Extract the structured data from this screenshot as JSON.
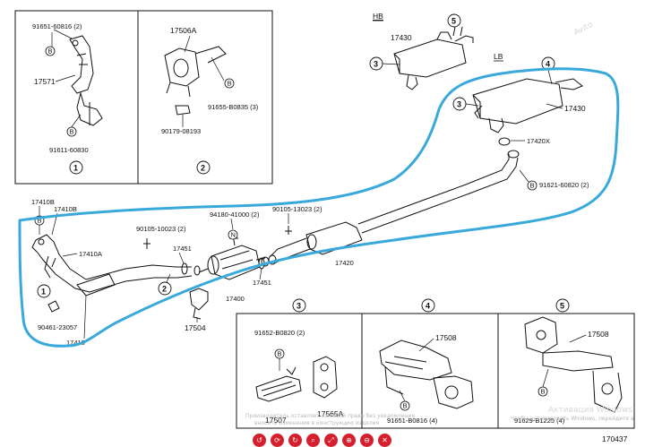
{
  "diagram": {
    "code": "170437",
    "hb_label": "HB",
    "lb_label": "LB",
    "parts": {
      "p91651_60816": "91651-60816 (2)",
      "p17571": "17571",
      "p91611_60830": "91611-60830",
      "p17506A": "17506A",
      "p91655_80835": "91655-B0835 (3)",
      "p90179_08193": "90179-08193",
      "p17430_hb": "17430",
      "p17430_lb": "17430",
      "p17420X": "17420X",
      "p91621_60820": "91621-60820 (2)",
      "p17410B_1": "17410B",
      "p17410B_2": "17410B",
      "p17410A": "17410A",
      "p90105_10023": "90105-10023 (2)",
      "p94180_41000": "94180-41000 (2)",
      "p90105_13023": "90105-13023 (2)",
      "p17451": "17451",
      "p17400": "17400",
      "p17451b": "17451",
      "p17420": "17420",
      "p17504": "17504",
      "p90461_23057": "90461-23057",
      "p17410": "17410",
      "p91652_B0820": "91652-B0820 (2)",
      "p17507": "17507",
      "p17565A": "17565A",
      "p17508_4": "17508",
      "p91651_B0816": "91651-B0816 (4)",
      "p17508_5": "17508",
      "p91629_B1225": "91629-B1225 (4)"
    },
    "callouts": [
      "1",
      "2",
      "3",
      "4",
      "5"
    ],
    "letters": {
      "B": "B",
      "N": "N"
    }
  },
  "watermark": {
    "line1": "Производитель оставляет за собой право без уведомления",
    "line2": "вносить изменения в конструкцию изделия",
    "activation": "Активация Windows",
    "activation2": "Чтобы активировать Windows, перейдите в",
    "brand": "Avito"
  },
  "toolbar": {
    "buttons": [
      "↺",
      "⟳",
      "↻",
      "⌕",
      "⤢",
      "⊕",
      "⊖",
      "✕"
    ]
  },
  "colors": {
    "ink": "#111111",
    "annotation": "#39a9dc",
    "toolbar_red": "#d61f2c"
  }
}
